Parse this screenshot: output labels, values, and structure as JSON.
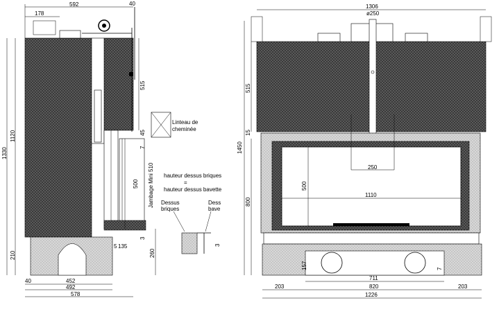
{
  "left_view": {
    "dims": {
      "top_total": "592",
      "top_left": "178",
      "top_right": "40",
      "height_total": "1330",
      "height_body": "1120",
      "upper_right": "515",
      "step": "45",
      "seven": "7",
      "opening": "500",
      "jambage": "Jambage Mini 510",
      "bottom_210": "210",
      "bottom_260": "260",
      "small_5": "5",
      "small_135": "135",
      "small_3": "3",
      "width_40": "40",
      "width_452": "452",
      "width_492": "492",
      "width_578": "578"
    },
    "linteau": "Linteau de cheminée",
    "note_line1": "hauteur dessus briques",
    "note_eq": "=",
    "note_line2": "hauteur dessus bavette",
    "detail_label1": "Dessus\nbriques",
    "detail_label1_a": "Dessus",
    "detail_label1_b": "briques",
    "detail_label2_a": "Dess",
    "detail_label2_b": "bave",
    "detail_3": "3"
  },
  "right_view": {
    "dims": {
      "top_total": "1306",
      "flue": "ø250",
      "h_1450": "1450",
      "h_515": "515",
      "h_15": "15",
      "h_800": "800",
      "h_500": "500",
      "w_250": "250",
      "w_1110": "1110",
      "h_157": "157",
      "h_7": "7",
      "w_711": "711",
      "w_203a": "203",
      "w_820": "820",
      "w_203b": "203",
      "w_1226": "1226"
    }
  }
}
